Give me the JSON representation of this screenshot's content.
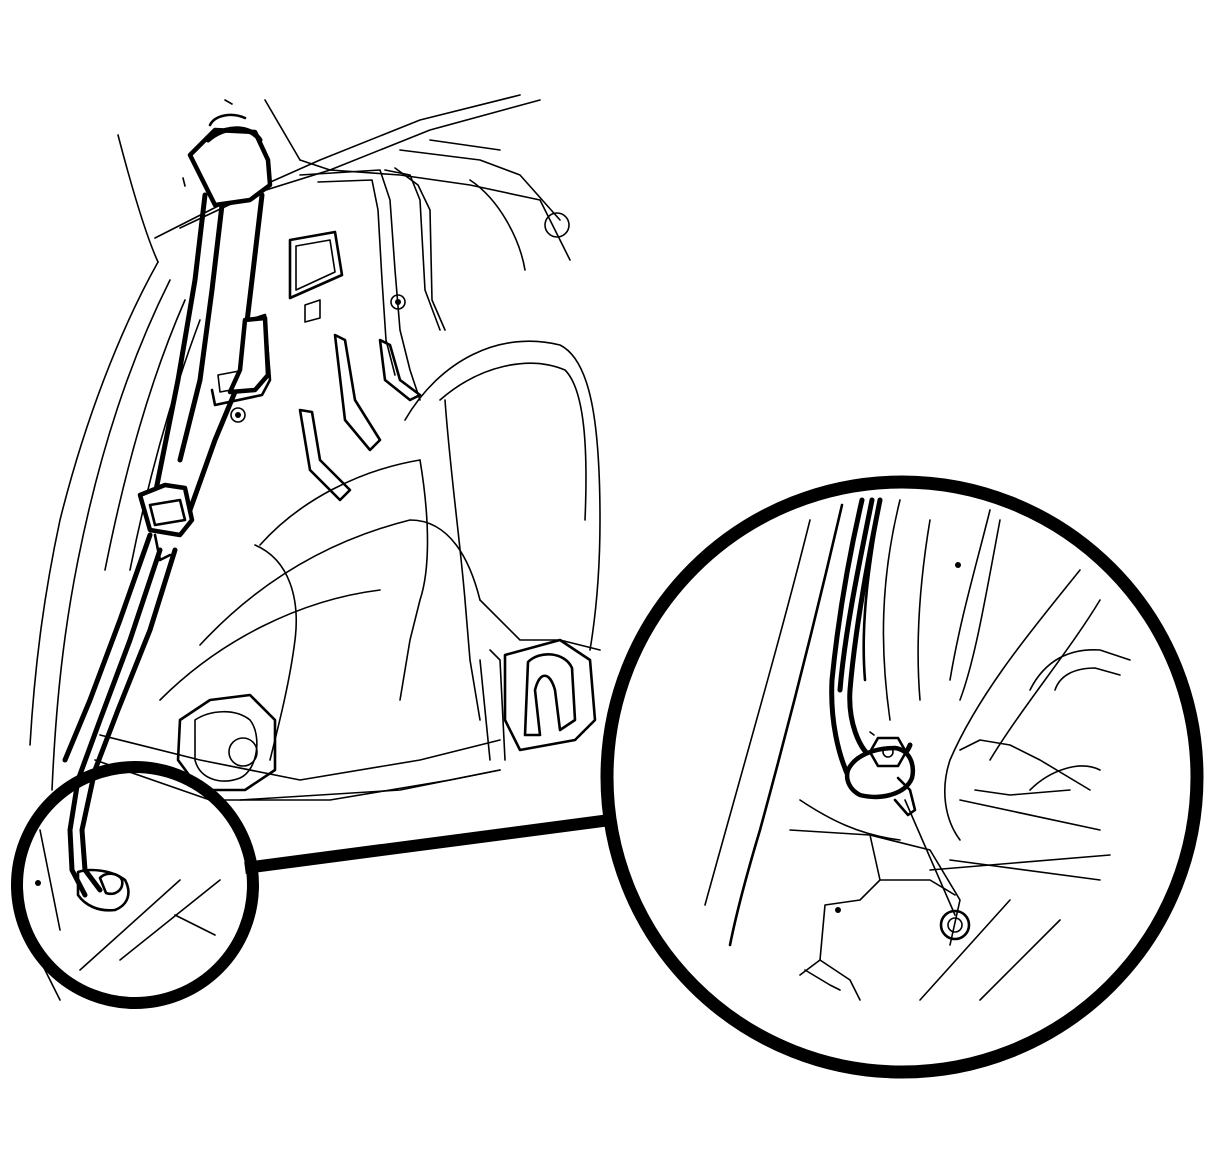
{
  "figure": {
    "type": "line-art service illustration",
    "colors": {
      "ink": "#000000",
      "paper": "#ffffff"
    },
    "parts": [
      "rear-quarter-panel",
      "wheelhouse",
      "seat-belt-webbing",
      "seat-belt-retractor-guide",
      "seat-belt-anchor-bolt",
      "detail-magnifier"
    ]
  }
}
